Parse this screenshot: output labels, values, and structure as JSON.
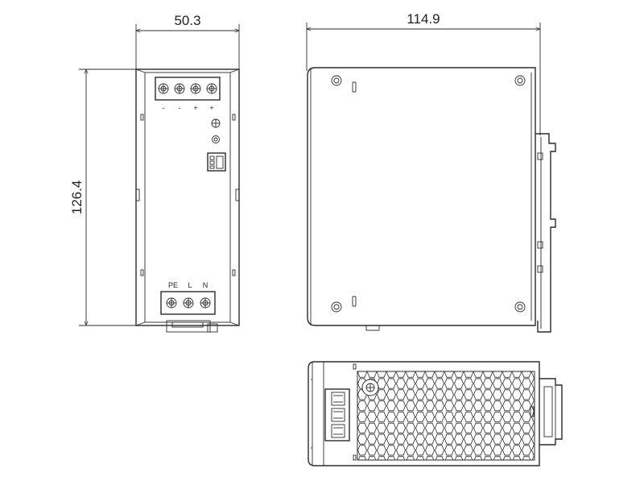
{
  "dimensions": {
    "width": "50.3",
    "length": "114.9",
    "height": "126.4"
  },
  "front_view": {
    "output_terminals": [
      "-",
      "-",
      "+",
      "+"
    ],
    "input_terminals": [
      "PE",
      "L",
      "N"
    ]
  },
  "icons": {
    "screw_terminal": "screw-terminal-icon",
    "potentiometer": "adjust-potentiometer-icon",
    "led": "led-indicator-icon",
    "relay_connector": "relay-connector-icon",
    "mounting_hole": "mounting-hole-icon",
    "fan_grille": "hexagonal-vent-grille"
  },
  "colors": {
    "line": "#2b2b2b",
    "background": "#ffffff"
  }
}
